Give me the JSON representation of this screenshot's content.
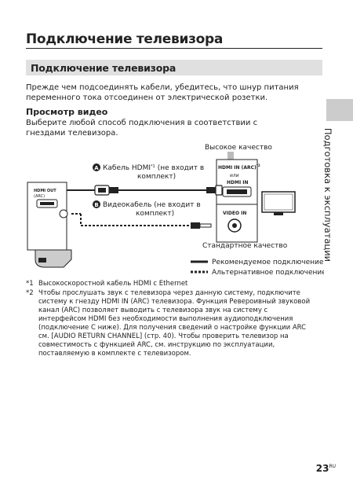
{
  "page_title": "Подключение телевизора",
  "section_title": "Подключение телевизора",
  "intro": "Прежде чем подсоединять кабели, убедитесь, что шнур питания переменного тока отсоединен от электрической розетки.",
  "subheading": "Просмотр видео",
  "sub_text": "Выберите любой способ подключения в соответствии с гнездами телевизора.",
  "side_tab": "Подготовка к эксплуатации",
  "diagram": {
    "high_quality": "Высокое качество",
    "standard_quality": "Стандартное качество",
    "cable_a_letter": "A",
    "cable_a": "Кабель HDMI",
    "cable_a_sup": "*1",
    "cable_a_note": "(не входит в",
    "cable_a_note2": "комплект)",
    "cable_b_letter": "B",
    "cable_b": "Видеокабель (не входит в",
    "cable_b_note2": "комплект)",
    "tv_hdmi_in_arc": "HDMI IN (ARC)",
    "tv_hdmi_in_arc_sup": "*2",
    "tv_or": "или",
    "tv_hdmi_in": "HDMI IN",
    "tv_video_in": "VIDEO IN",
    "unit_hdmi_out": "HDMI OUT",
    "unit_arc": "(ARC)",
    "legend_recommended": "Рекомендуемое подключение",
    "legend_alternative": "Альтернативное подключение"
  },
  "footnotes": [
    {
      "mark": "*1",
      "text": "Высокоскоростной кабель HDMI с Ethernet"
    },
    {
      "mark": "*2",
      "text": "Чтобы прослушать звук с телевизора через данную систему, подключите систему к гнезду HDMI IN (ARC) телевизора. Функция Ревероивный звуковой канал (ARC) позволяет выводить с телевизора звук на систему с интерфейсом HDMI без необходимости выполнения аудиоподключения (подключение C ниже). Для получения сведений о настройке функции ARC см. [AUDIO RETURN CHANNEL] (стр. 40). Чтобы проверить телевизор на совместимость с функцией ARC, см. инструкцию по эксплуатации, поставляемую в комплекте с телевизором."
    }
  ],
  "page_number": "23",
  "page_number_sup": "RU"
}
